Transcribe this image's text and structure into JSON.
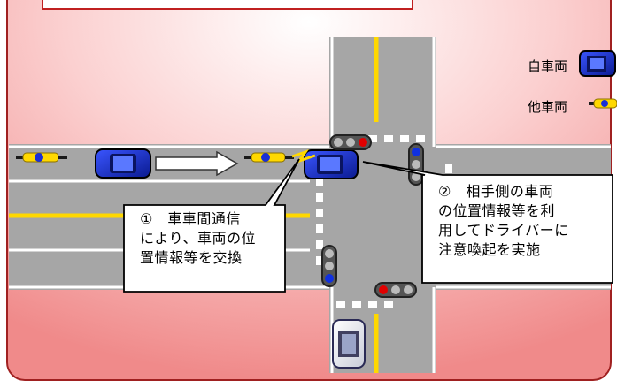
{
  "legend": {
    "own_vehicle": "自車両",
    "other_vehicle": "他車両"
  },
  "callout1": {
    "lines": [
      "①　車車間通信",
      "により、車両の位",
      "置情報等を交換"
    ]
  },
  "callout2": {
    "lines": [
      "②　相手側の車両",
      "の位置情報等を利",
      "用してドライバーに",
      "注意喚起を実施"
    ]
  },
  "colors": {
    "frame_border": "#a02020",
    "road": "#a6a6a6",
    "lane_yellow": "#ffd800",
    "own_car": "#1a2fd6",
    "motorbike": "#ffd800",
    "signal_red": "#e00000",
    "signal_blue": "#1030e0"
  },
  "icons": [
    "car-icon",
    "motorcycle-icon",
    "traffic-signal-icon",
    "arrow-icon",
    "wireless-bolt-icon"
  ]
}
